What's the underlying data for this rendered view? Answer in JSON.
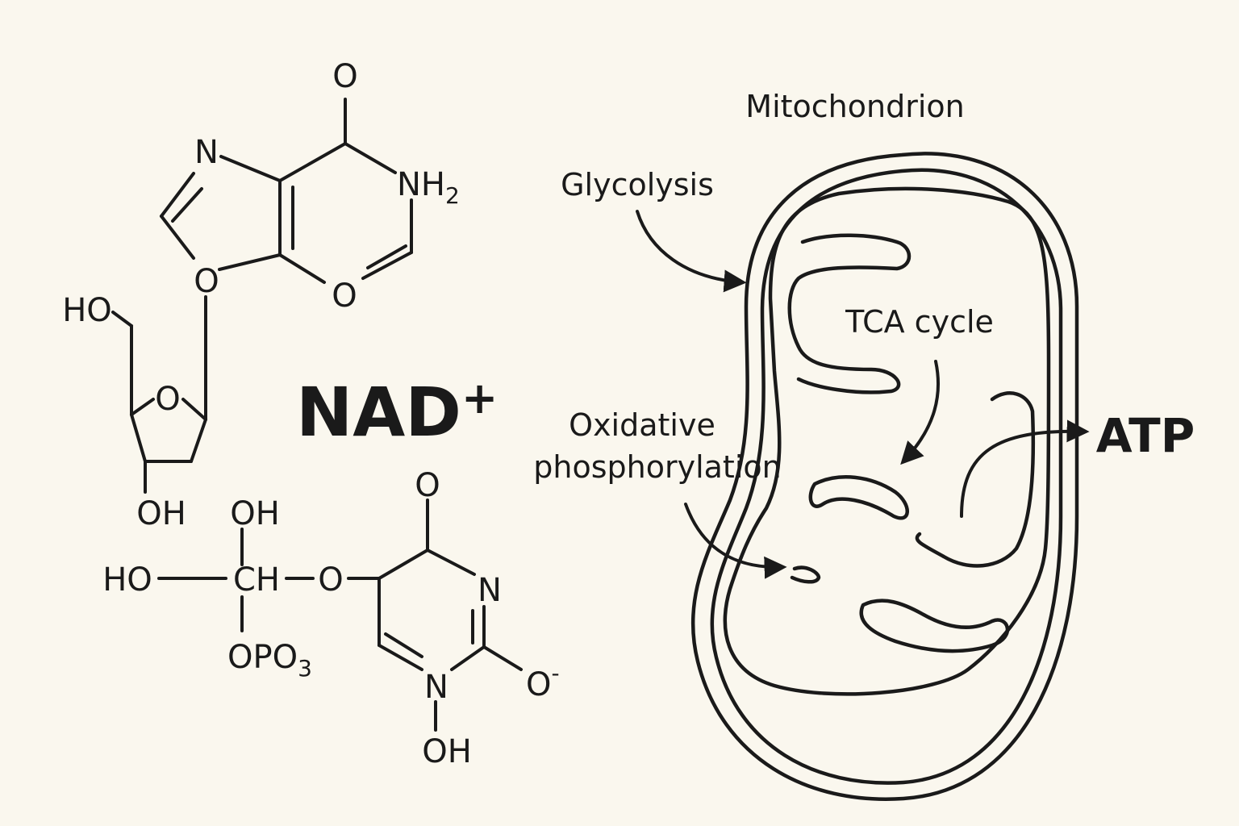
{
  "molecule": {
    "name": "NAD",
    "charge": "+",
    "atoms": {
      "o_top": "O",
      "n_left": "N",
      "nh2_n": "NH",
      "nh2_sub": "2",
      "o_ring": "O",
      "o_right": "O",
      "ho_top": "HO",
      "o_sugar": "O",
      "oh_sugar": "OH",
      "oh_mid": "OH",
      "ho_mid": "HO",
      "ch_mid": "CH",
      "o_link": "O",
      "opo3_main": "OPO",
      "opo3_sub": "3",
      "o_pyr_top": "O",
      "n_pyr_right": "N",
      "n_pyr_bottom": "N",
      "o_minus": "O",
      "o_minus_charge": "-",
      "oh_bottom": "OH"
    }
  },
  "diagram": {
    "title": "Mitochondrion",
    "labels": {
      "glycolysis": "Glycolysis",
      "tca": "TCA cycle",
      "oxphos_line1": "Oxidative",
      "oxphos_line2": "phosphorylation",
      "atp": "ATP"
    }
  },
  "colors": {
    "background": "#faf7ee",
    "ink": "#1a1a1a"
  }
}
